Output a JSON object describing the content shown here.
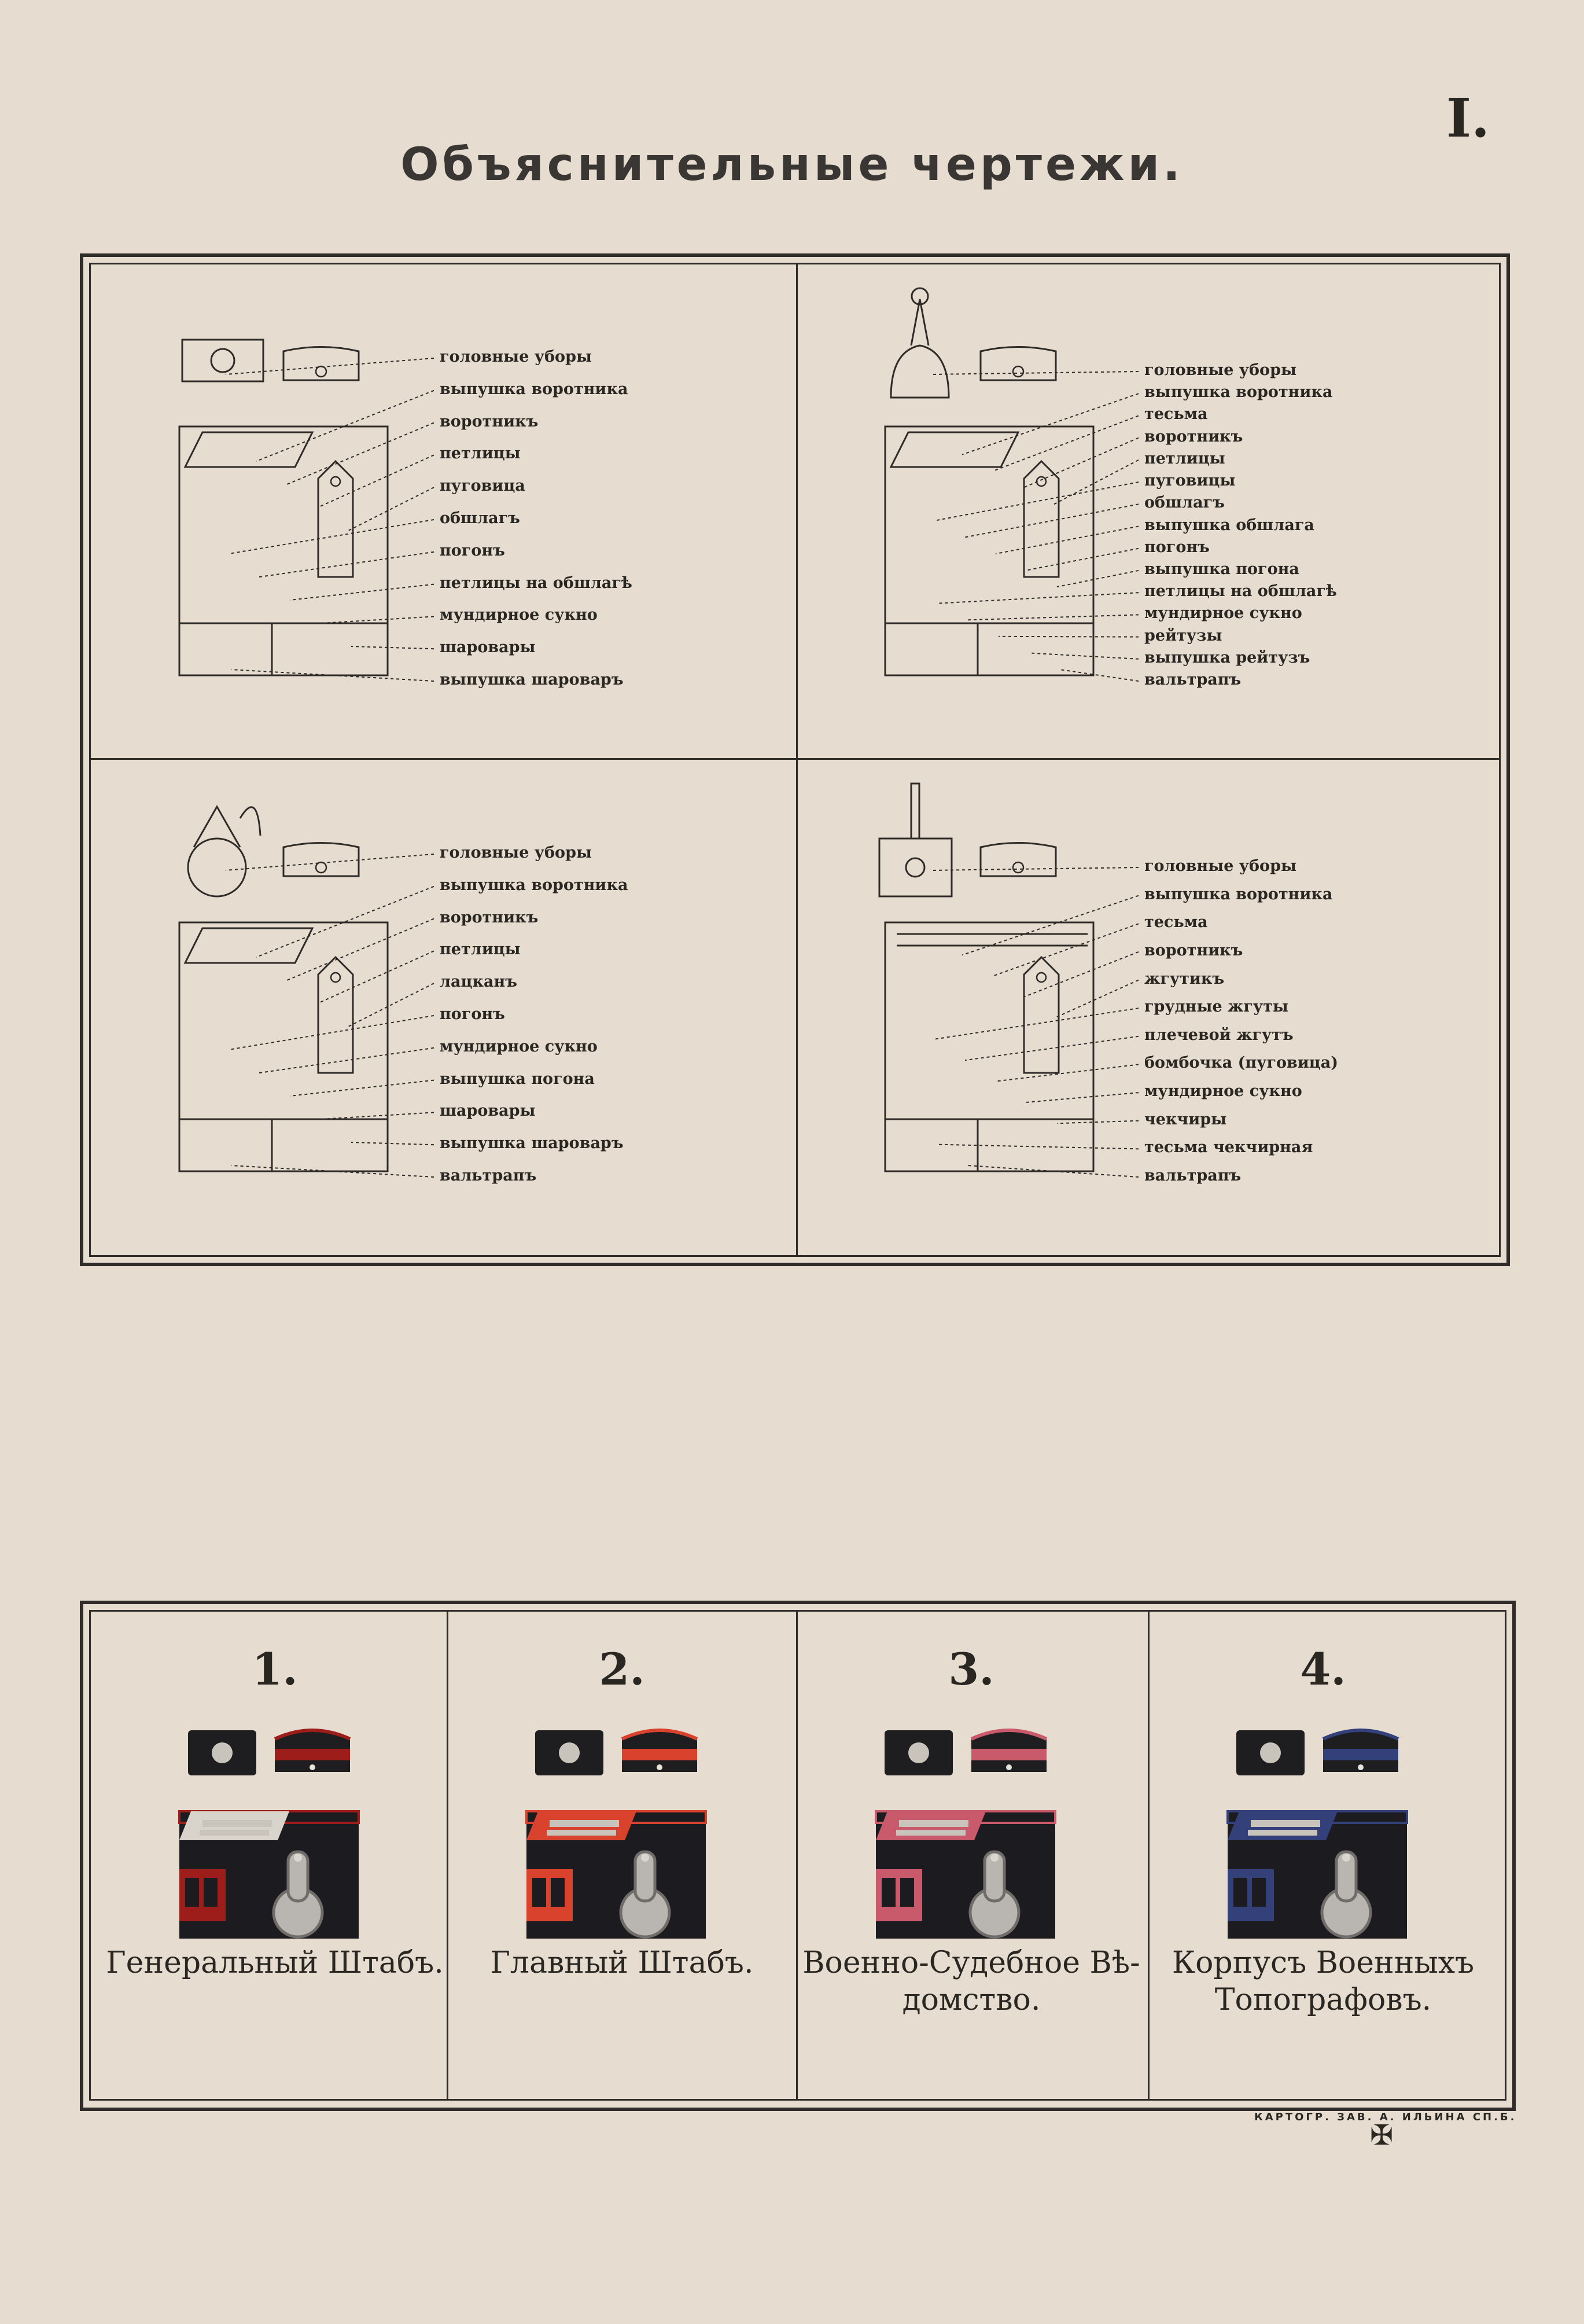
{
  "page": {
    "plate_number": "I.",
    "title": "Объяснительные чертежи.",
    "printer": "КАРТОГР. ЗАВ. А. ИЛЬИНА СП.Б."
  },
  "diagrams": [
    {
      "labels": [
        "головные уборы",
        "выпушка воротника",
        "воротникъ",
        "петлицы",
        "пуговица",
        "обшлагъ",
        "погонъ",
        "петлицы на обшлагѣ",
        "мундирное сукно",
        "шаровары",
        "выпушка шароваръ"
      ]
    },
    {
      "labels": [
        "головные уборы",
        "выпушка воротника",
        "тесьма",
        "воротникъ",
        "петлицы",
        "пуговицы",
        "обшлагъ",
        "выпушка обшлага",
        "погонъ",
        "выпушка погона",
        "петлицы на обшлагѣ",
        "мундирное сукно",
        "рейтузы",
        "выпушка рейтузъ",
        "вальтрапъ"
      ]
    },
    {
      "labels": [
        "головные уборы",
        "выпушка воротника",
        "воротникъ",
        "петлицы",
        "лацканъ",
        "погонъ",
        "мундирное сукно",
        "выпушка погона",
        "шаровары",
        "выпушка шароваръ",
        "вальтрапъ"
      ]
    },
    {
      "labels": [
        "головные уборы",
        "выпушка воротника",
        "тесьма",
        "воротникъ",
        "жгутикъ",
        "грудные жгуты",
        "плечевой жгутъ",
        "бомбочка (пуговица)",
        "мундирное сукно",
        "чекчиры",
        "тесьма чекчирная",
        "вальтрапъ"
      ]
    }
  ],
  "samples": [
    {
      "number": "1.",
      "name": [
        "Генеральный Штабъ."
      ],
      "accent": "#d8d4cc",
      "trim": "#9c1d1a"
    },
    {
      "number": "2.",
      "name": [
        "Главный Штабъ."
      ],
      "accent": "#d9422c",
      "trim": "#d9422c"
    },
    {
      "number": "3.",
      "name": [
        "Военно-Судебное Вѣ-",
        "домство."
      ],
      "accent": "#c85a6b",
      "trim": "#c85a6b"
    },
    {
      "number": "4.",
      "name": [
        "Корпусъ Военныхъ",
        "Топографовъ."
      ],
      "accent": "#34407a",
      "trim": "#34407a"
    }
  ]
}
